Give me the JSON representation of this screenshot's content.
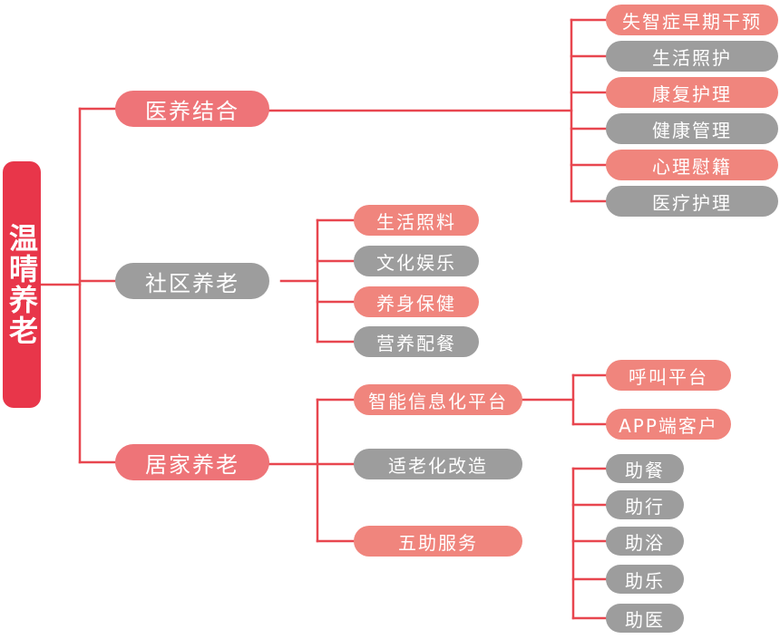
{
  "colors": {
    "root": "#e8364a",
    "pink": "#ee7478",
    "salmon": "#f0857d",
    "gray": "#9d9d9d",
    "line": "#e8464f",
    "text": "#ffffff"
  },
  "root": {
    "label": "温晴养老"
  },
  "branches": [
    {
      "label": "医养结合",
      "color": "pink",
      "children": [
        {
          "label": "失智症早期干预",
          "color": "salmon"
        },
        {
          "label": "生活照护",
          "color": "gray"
        },
        {
          "label": "康复护理",
          "color": "salmon"
        },
        {
          "label": "健康管理",
          "color": "gray"
        },
        {
          "label": "心理慰籍",
          "color": "salmon"
        },
        {
          "label": "医疗护理",
          "color": "gray"
        }
      ]
    },
    {
      "label": "社区养老",
      "color": "gray",
      "children": [
        {
          "label": "生活照料",
          "color": "salmon"
        },
        {
          "label": "文化娱乐",
          "color": "gray"
        },
        {
          "label": "养身保健",
          "color": "salmon"
        },
        {
          "label": "营养配餐",
          "color": "gray"
        }
      ]
    },
    {
      "label": "居家养老",
      "color": "pink",
      "children": [
        {
          "label": "智能信息化平台",
          "color": "salmon",
          "children": [
            {
              "label": "呼叫平台",
              "color": "salmon"
            },
            {
              "label": "APP端客户",
              "color": "salmon"
            }
          ]
        },
        {
          "label": "适老化改造",
          "color": "gray"
        },
        {
          "label": "五助服务",
          "color": "salmon",
          "children": [
            {
              "label": "助餐",
              "color": "gray"
            },
            {
              "label": "助行",
              "color": "gray"
            },
            {
              "label": "助浴",
              "color": "gray"
            },
            {
              "label": "助乐",
              "color": "gray"
            },
            {
              "label": "助医",
              "color": "gray"
            }
          ]
        }
      ]
    }
  ]
}
